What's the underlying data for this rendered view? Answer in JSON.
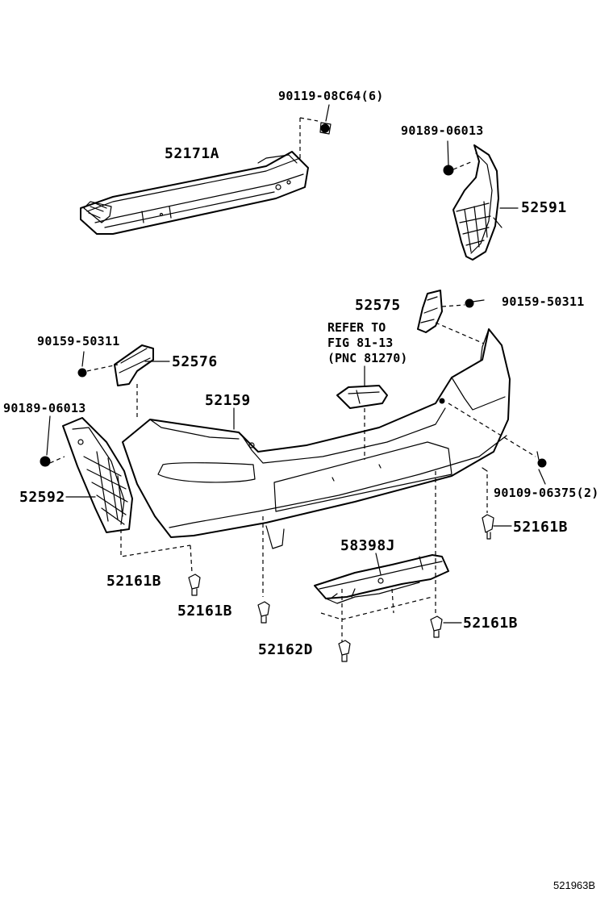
{
  "labels": {
    "p90119": "90119-08C64(6)",
    "p52171A": "52171A",
    "p90189_right": "90189-06013",
    "p52591": "52591",
    "p52575": "52575",
    "p90159_right": "90159-50311",
    "p90159_left": "90159-50311",
    "p52576": "52576",
    "p52159": "52159",
    "p90189_left": "90189-06013",
    "p52592": "52592",
    "p90109": "90109-06375(2)",
    "p52161B_right": "52161B",
    "p58398J": "58398J",
    "p52161B_left": "52161B",
    "p52161B_center": "52161B",
    "p52161B_lower": "52161B",
    "p52162D": "52162D"
  },
  "refer_note": {
    "line1": "REFER TO",
    "line2": "FIG 81-13",
    "line3": "(PNC 81270)"
  },
  "figure_code": "521963B",
  "colors": {
    "ink": "#000000",
    "paper": "#ffffff"
  }
}
